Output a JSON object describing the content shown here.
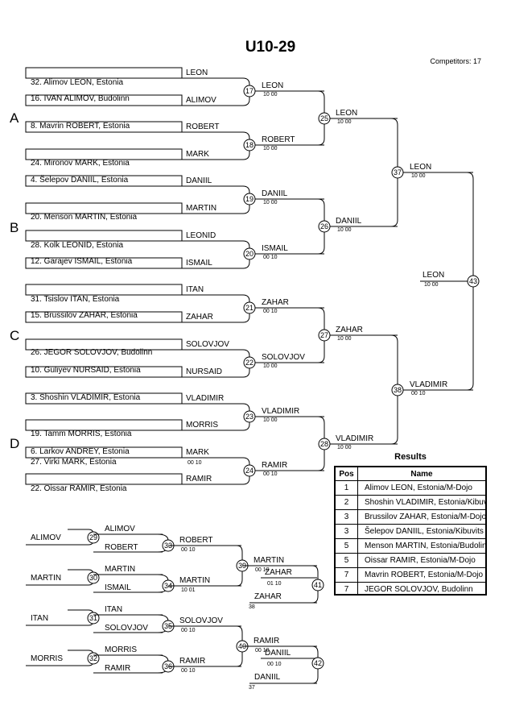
{
  "title": "U10-29",
  "competitors_label": "Competitors: 17",
  "groups": [
    "A",
    "B",
    "C",
    "D"
  ],
  "entries": [
    "32. Alimov LEON, Estonia",
    "16. IVAN ALIMOV, Budolinn",
    "8. Mavrin ROBERT, Estonia",
    "24. Mironov MARK, Estonia",
    "4. Šelepov DANIIL, Estonia",
    "20. Menson MARTIN, Estonia",
    "28. Kolk LEONID, Estonia",
    "12. Garajev ISMAIL, Estonia",
    "31. Tsislov ITAN, Estonia",
    "15. Brussilov ZAHAR, Estonia",
    "26. JEGOR SOLOVJOV, Budolinn",
    "10. Guliyev NURSAID, Estonia",
    "3. Shoshin VLADIMIR, Estonia",
    "19. Tamm MORRIS, Estonia",
    "6. Larkov ANDREY, Estonia",
    "27. Virki MARK, Estonia",
    "22. Oissar RAMIR, Estonia"
  ],
  "round1": [
    {
      "top": "LEON",
      "bottom": "ALIMOV",
      "num": "17",
      "winner": "LEON",
      "score": "10  00"
    },
    {
      "top": "ROBERT",
      "bottom": "MARK",
      "num": "18",
      "winner": "ROBERT",
      "score": "10  00"
    },
    {
      "top": "DANIIL",
      "bottom": "MARTIN",
      "num": "19",
      "winner": "DANIIL",
      "score": "10  00"
    },
    {
      "top": "LEONID",
      "bottom": "ISMAIL",
      "num": "20",
      "winner": "ISMAIL",
      "score": "00  10"
    },
    {
      "top": "ITAN",
      "bottom": "ZAHAR",
      "num": "21",
      "winner": "ZAHAR",
      "score": "00  10"
    },
    {
      "top": "SOLOVJOV",
      "bottom": "NURSAID",
      "num": "22",
      "winner": "SOLOVJOV",
      "score": "10  00"
    },
    {
      "top": "VLADIMIR",
      "bottom": "MORRIS",
      "num": "23",
      "winner": "VLADIMIR",
      "score": "10  00"
    },
    {
      "top": "MARK",
      "bottom": "RAMIR",
      "num": "24",
      "winner": "RAMIR",
      "score": "00  10",
      "top_score": "00  10"
    }
  ],
  "round2": [
    {
      "num": "25",
      "winner": "LEON",
      "score": "10  00"
    },
    {
      "num": "26",
      "winner": "DANIIL",
      "score": "10  00"
    },
    {
      "num": "27",
      "winner": "ZAHAR",
      "score": "10  00"
    },
    {
      "num": "28",
      "winner": "VLADIMIR",
      "score": "10  00"
    }
  ],
  "round3": [
    {
      "num": "37",
      "winner": "LEON",
      "score": "10  00"
    },
    {
      "num": "38",
      "winner": "VLADIMIR",
      "score": "00  10"
    }
  ],
  "final": {
    "num": "43",
    "winner": "LEON",
    "score": "10  00"
  },
  "repechage": [
    {
      "a": "ALIMOV",
      "b": "ALIMOV",
      "c": "ROBERT",
      "n1": "29",
      "n2": "33",
      "w2": "ROBERT",
      "s2": "00  10",
      "n3": "39",
      "w3": "MARTIN",
      "s3": "00  10",
      "n4": "41",
      "fin_top": "ZAHAR",
      "fin_s": "01  10",
      "fin_bottom": "ZAHAR",
      "fin_note": "38"
    },
    {
      "a": "MARTIN",
      "b": "MARTIN",
      "c": "ISMAIL",
      "n1": "30",
      "n2": "34",
      "w2": "MARTIN",
      "s2": "10  01"
    },
    {
      "a": "ITAN",
      "b": "ITAN",
      "c": "SOLOVJOV",
      "n1": "31",
      "n2": "35",
      "w2": "SOLOVJOV",
      "s2": "00  10",
      "n3": "40",
      "w3": "RAMIR",
      "s3": "00  10",
      "n4": "42",
      "fin_top": "DANIIL",
      "fin_s": "00  10",
      "fin_bottom": "DANIIL",
      "fin_note": "37"
    },
    {
      "a": "MORRIS",
      "b": "MORRIS",
      "c": "RAMIR",
      "n1": "32",
      "n2": "36",
      "w2": "RAMIR",
      "s2": "00  10"
    }
  ],
  "results": {
    "title": "Results",
    "headers": {
      "pos": "Pos",
      "name": "Name"
    },
    "rows": [
      {
        "pos": "1",
        "name": "Alimov LEON, Estonia/M-Dojo"
      },
      {
        "pos": "2",
        "name": "Shoshin VLADIMIR, Estonia/Kibuvits judo"
      },
      {
        "pos": "3",
        "name": "Brussilov ZAHAR, Estonia/M-Dojo"
      },
      {
        "pos": "3",
        "name": "Šelepov DANIIL, Estonia/Kibuvits judo"
      },
      {
        "pos": "5",
        "name": "Menson MARTIN, Estonia/Budolinn"
      },
      {
        "pos": "5",
        "name": "Oissar RAMIR, Estonia/M-Dojo"
      },
      {
        "pos": "7",
        "name": "Mavrin ROBERT, Estonia/M-Dojo"
      },
      {
        "pos": "7",
        "name": "JEGOR SOLOVJOV, Budolinn"
      }
    ]
  }
}
